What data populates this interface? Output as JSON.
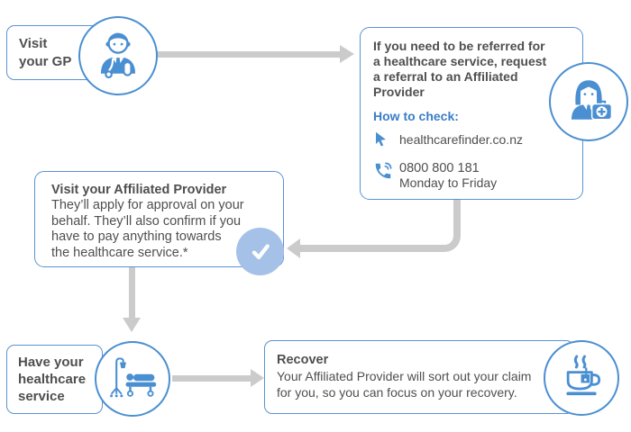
{
  "colors": {
    "accent_blue": "#4a8fd1",
    "box_border_blue": "#5b93d0",
    "how_to_check_blue": "#3a7dc8",
    "body_text": "#4f4f51",
    "connector_gray": "#cbcbcb",
    "check_circle_fill": "#a6c1e8"
  },
  "diagram": {
    "step_gp": {
      "label": "Visit\nyour GP",
      "icon": "doctor-icon"
    },
    "step_referral": {
      "heading": "If you need to be referred for\na healthcare service, request\na referral to an Affiliated\nProvider",
      "how_to_check_label": "How to check:",
      "website": "healthcarefinder.co.nz",
      "phone_number": "0800 800 181",
      "phone_hours": "Monday to Friday",
      "icon": "nurse-icon"
    },
    "step_affiliated_provider": {
      "heading": "Visit your Affiliated Provider",
      "body": "They’ll apply for approval on your\nbehalf. They’ll also confirm if you\nhave to pay anything towards\nthe healthcare service.*",
      "icon": "check-icon"
    },
    "step_service": {
      "label": "Have your\nhealthcare\nservice",
      "icon": "hospital-bed-icon"
    },
    "step_recover": {
      "heading": "Recover",
      "body": "Your Affiliated Provider will sort out your claim\nfor you, so you can focus on your recovery.",
      "icon": "teacup-icon"
    }
  }
}
